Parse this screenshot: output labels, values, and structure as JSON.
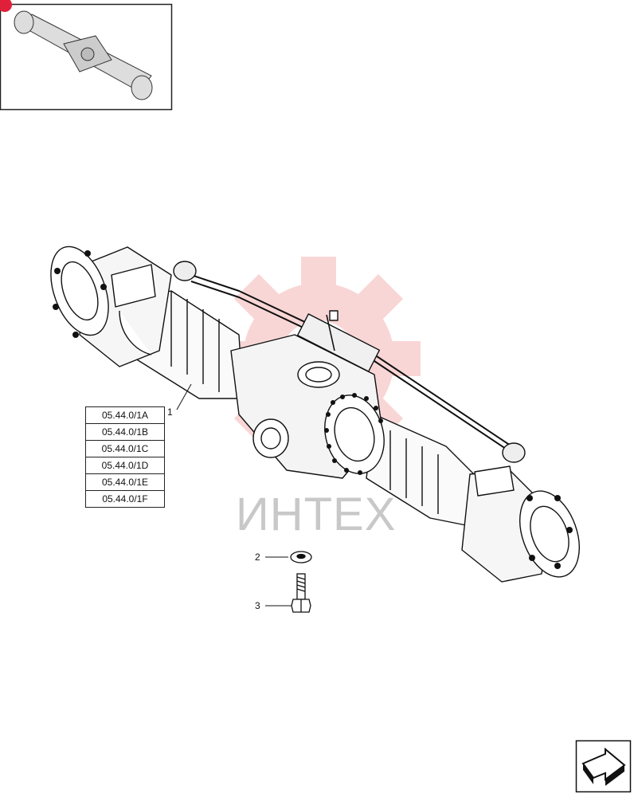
{
  "callouts": {
    "item1": "1",
    "item2": "2",
    "item3": "3"
  },
  "reference_table": [
    "05.44.0/1A",
    "05.44.0/1B",
    "05.44.0/1C",
    "05.44.0/1D",
    "05.44.0/1E",
    "05.44.0/1F"
  ],
  "watermark": {
    "text": "ИНТЕХ",
    "logo_color": "#f5b5b5"
  },
  "colors": {
    "line": "#111111",
    "accent_dot": "#e0203a",
    "thumb_border": "#222222"
  },
  "icons": {
    "next_page": "next-page-arrow-icon",
    "thumbnail": "axle-thumbnail"
  }
}
